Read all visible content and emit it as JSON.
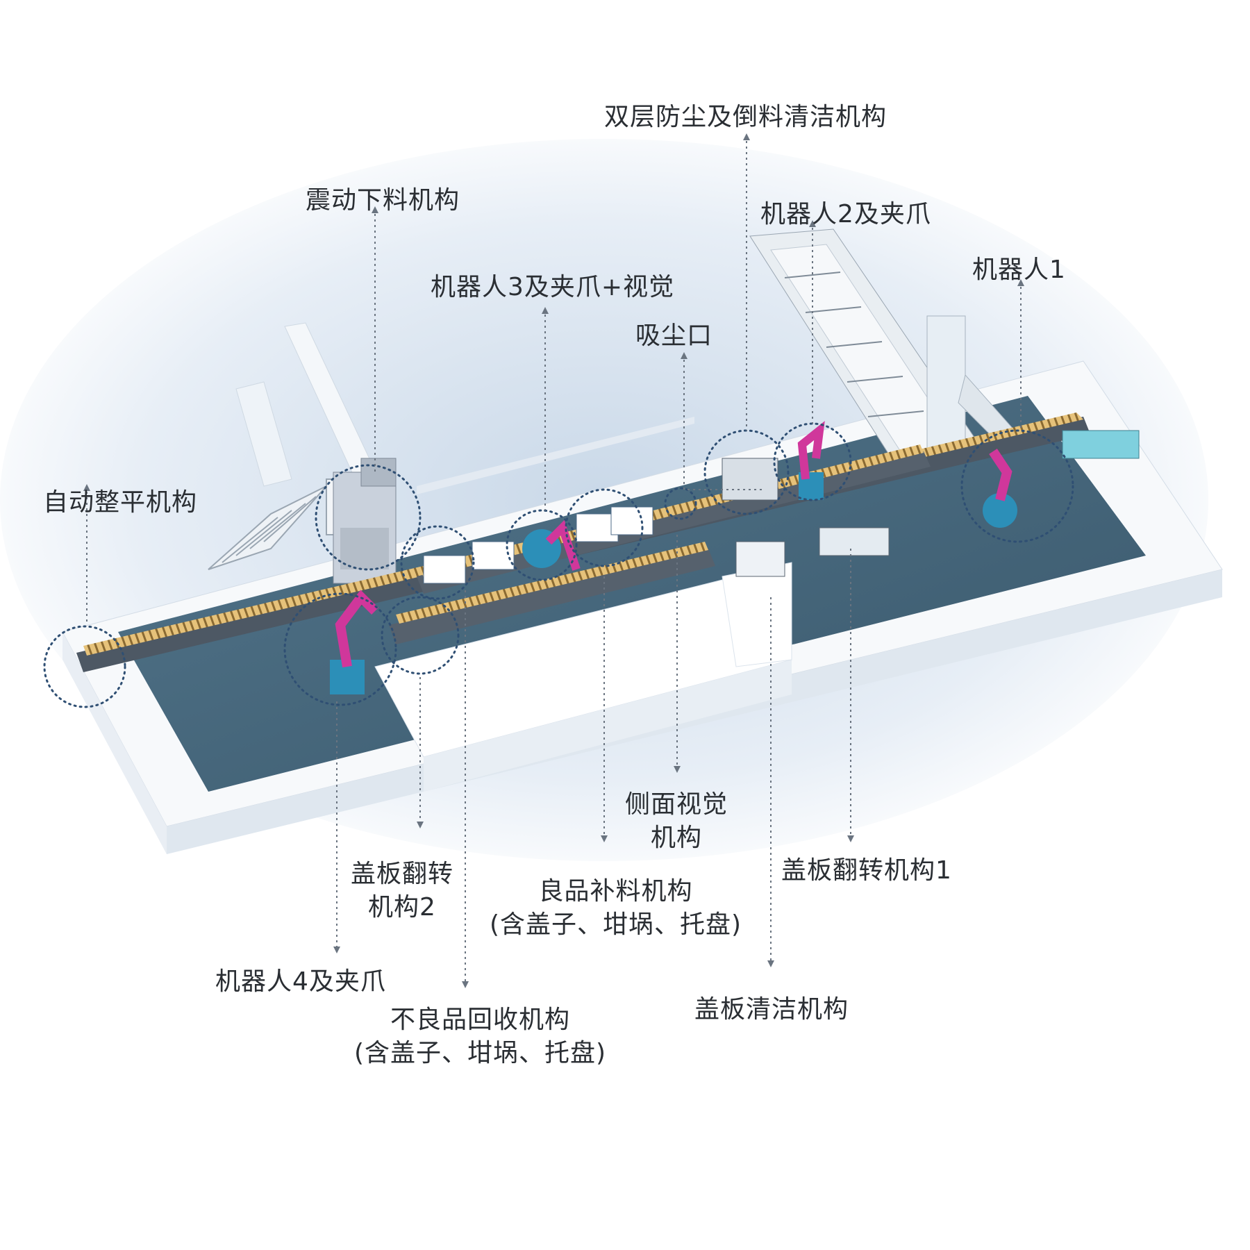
{
  "labels": {
    "dust_cleaning": "双层防尘及倒料清洁机构",
    "vibration_feed": "震动下料机构",
    "robot2": "机器人2及夹爪",
    "robot1": "机器人1",
    "robot3": "机器人3及夹爪+视觉",
    "dust_port": "吸尘口",
    "auto_leveling": "自动整平机构",
    "side_vision_1": "侧面视觉",
    "side_vision_2": "机构",
    "cover_flip_1": "盖板翻转机构1",
    "cover_flip_2_l1": "盖板翻转",
    "cover_flip_2_l2": "机构2",
    "good_refill_l1": "良品补料机构",
    "good_refill_l2": "(含盖子、坩埚、托盘)",
    "robot4": "机器人4及夹爪",
    "defect_recycle_l1": "不良品回收机构",
    "defect_recycle_l2": "(含盖子、坩埚、托盘)",
    "cover_cleaning": "盖板清洁机构"
  },
  "colors": {
    "platform": "#ffffff",
    "platform_shadow": "#d7e2ee",
    "floor": "#1f4a63",
    "conveyor_roller": "#e9c77e",
    "conveyor_frame": "#5a6470",
    "robot_magenta": "#d0379b",
    "robot_blue": "#2c8fb8",
    "callout_dot": "#2f4f73",
    "text": "#2a2e33"
  }
}
